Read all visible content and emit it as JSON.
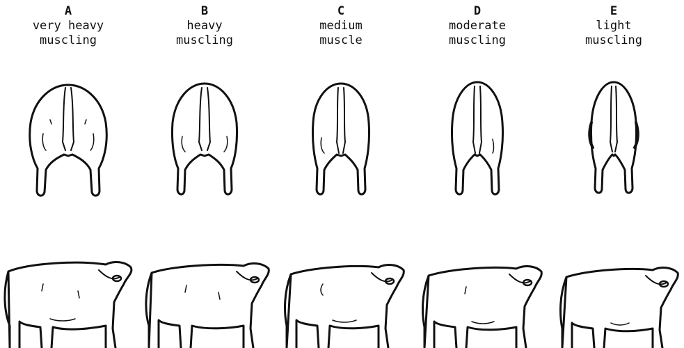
{
  "grades": [
    {
      "letter": "A",
      "lines": [
        "very heavy",
        "muscling"
      ]
    },
    {
      "letter": "B",
      "lines": [
        "heavy",
        "muscling"
      ]
    },
    {
      "letter": "C",
      "lines": [
        "medium",
        "muscle"
      ]
    },
    {
      "letter": "D",
      "lines": [
        "moderate",
        "muscling"
      ]
    },
    {
      "letter": "E",
      "lines": [
        "light",
        "muscling"
      ]
    }
  ],
  "colors": {
    "ink": "#111111",
    "background": "#ffffff"
  }
}
